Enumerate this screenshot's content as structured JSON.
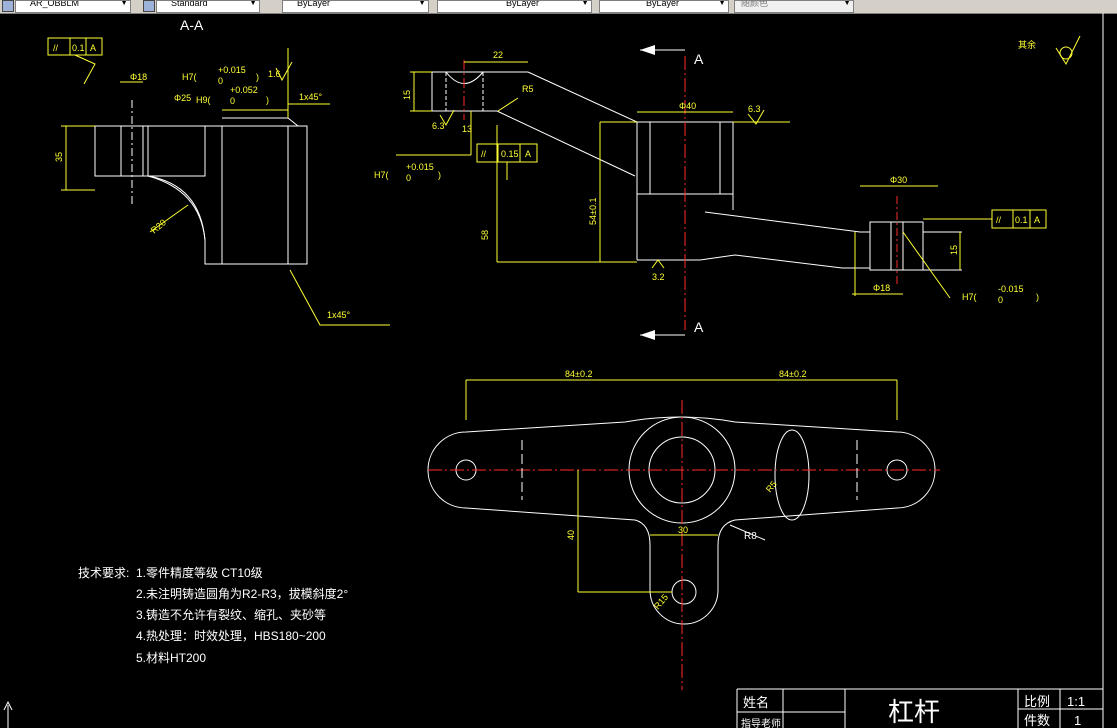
{
  "toolbar": {
    "layer_name": "AR_OBBLM",
    "text_style": "Standard",
    "linetype": "ByLayer",
    "lineweight": "ByLayer",
    "plotstyle": "ByLayer",
    "color_label": "随颜色"
  },
  "drawing": {
    "section_title": "A-A",
    "section_mark": "A",
    "roughness_note": "其余",
    "tolerance_values": [
      "0.1",
      "A",
      "0.15",
      "A",
      "0.1",
      "A"
    ],
    "fit_h7_upper": "+0.015",
    "fit_h7_lower": "0",
    "fit_h9_upper": "+0.052",
    "fit_h9_lower": "0",
    "fit_h7_alt_upper": "-0.015",
    "chamfer": "1x45°",
    "radius_r5": "R5",
    "radius_r8": "R8",
    "dim_84a": "84±0.2",
    "dim_84b": "84±0.2",
    "dim_30": "30",
    "dim_40": "40",
    "dim_22": "22",
    "dim_phi40": "Φ40",
    "dim_phi30": "Φ30",
    "dim_phi18": "Φ18",
    "dim_phi25": "Φ25",
    "dim_15": "15",
    "dim_35": "35",
    "dim_58": "58",
    "dim_13": "13",
    "roughness_63": "6.3",
    "roughness_32": "3.2"
  },
  "tech_requirements": {
    "heading": "技术要求:",
    "items": [
      "1.零件精度等级 CT10级",
      "2.未注明铸造圆角为R2-R3，拔模斜度2°",
      "3.铸造不允许有裂纹、缩孔、夹砂等",
      "4.热处理：时效处理，HBS180~200",
      "5.材料HT200"
    ]
  },
  "title_block": {
    "name_label": "姓名",
    "teacher_label": "指导老师",
    "part_name": "杠杆",
    "scale_label": "比例",
    "scale_value": "1:1",
    "count_label": "件数",
    "count_value": "1"
  }
}
